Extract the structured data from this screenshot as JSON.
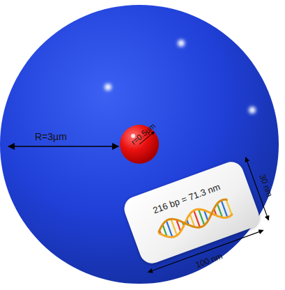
{
  "diagram": {
    "nodes": [
      {
        "text": [
          "R=3µm"
        ]
      },
      {
        "text": [
          "r=0.5µm"
        ],
        "in": 0
      },
      {
        "text": [
          "216 bp = 71.3 nm"
        ],
        "in": 0
      }
    ],
    "labels": [
      "30 nm",
      "100 nm"
    ]
  }
}
